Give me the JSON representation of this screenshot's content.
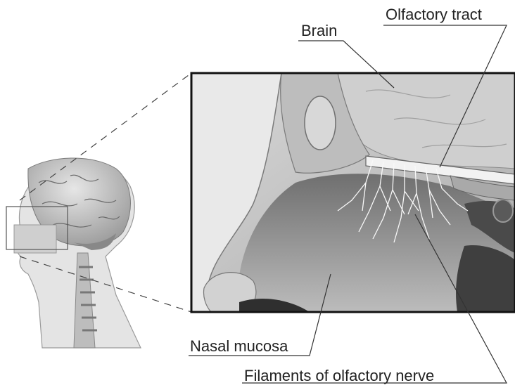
{
  "diagram": {
    "labels": {
      "brain": "Brain",
      "olfactory_tract": "Olfactory tract",
      "nasal_mucosa": "Nasal mucosa",
      "filaments": "Filaments of olfactory nerve"
    }
  }
}
